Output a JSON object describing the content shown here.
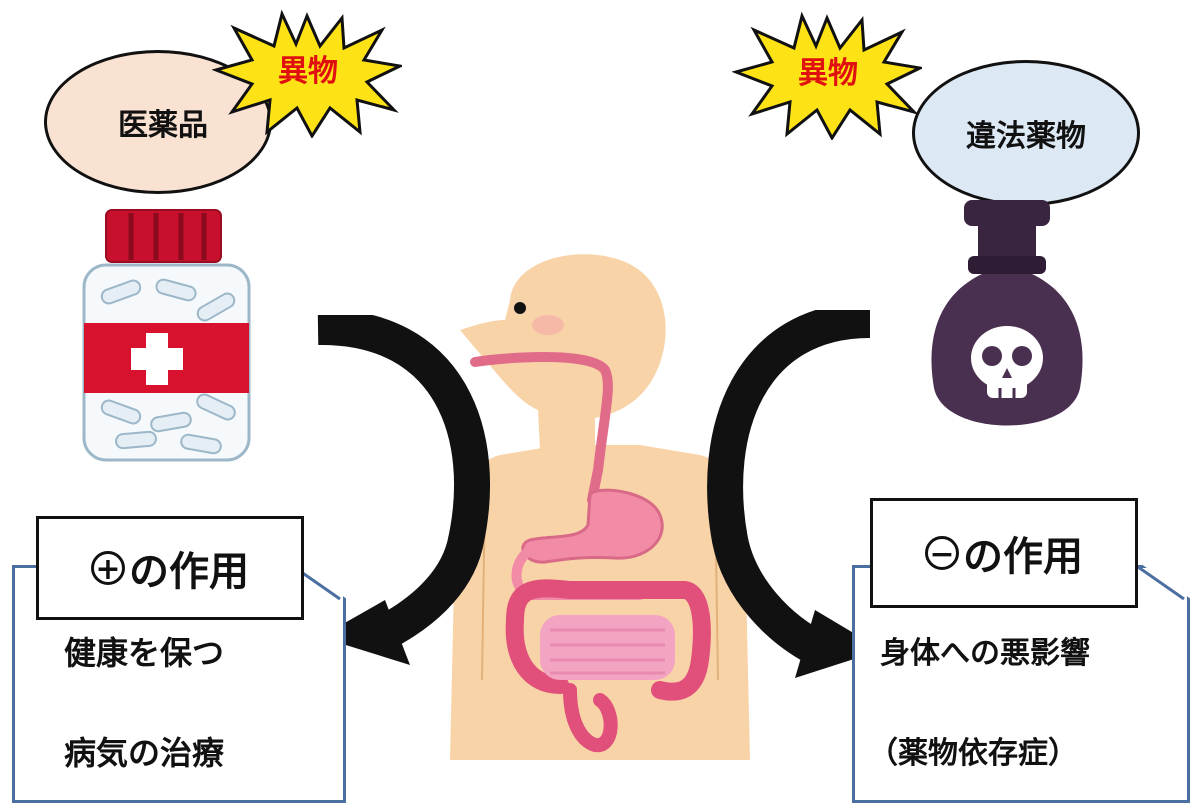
{
  "left": {
    "bubble_label": "医薬品",
    "burst_label": "異物",
    "effect_symbol": "+",
    "effect_label": "の作用",
    "lines": [
      "健康を保つ",
      "病気の治療"
    ]
  },
  "right": {
    "bubble_label": "違法薬物",
    "burst_label": "異物",
    "effect_symbol": "−",
    "effect_label": "の作用",
    "lines": [
      "身体への悪影響",
      "（薬物依存症）"
    ]
  },
  "colors": {
    "burst_fill": "#fde215",
    "burst_text": "#e01010",
    "note_border": "#4a6fa0",
    "skin": "#f9d3a8",
    "poison_bottle": "#4a3050"
  },
  "icons": [
    "medicine-bottle-icon",
    "poison-bottle-icon",
    "skull-icon",
    "digestive-system-figure",
    "explosion-burst-icon",
    "curved-arrow-icon"
  ]
}
